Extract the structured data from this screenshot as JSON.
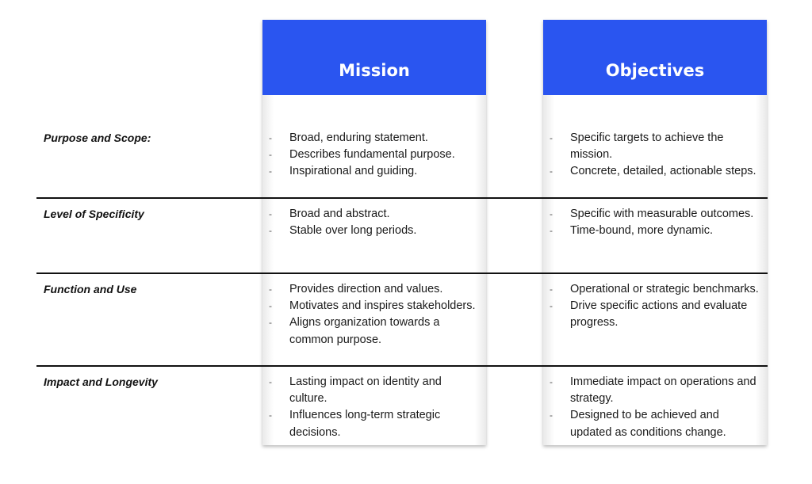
{
  "columns": {
    "mission": "Mission",
    "objectives": "Objectives"
  },
  "rows": [
    {
      "label": "Purpose and Scope:",
      "mission": [
        "Broad, enduring statement.",
        "Describes fundamental purpose.",
        "Inspirational and guiding."
      ],
      "objectives": [
        "Specific targets to achieve the mission.",
        "Concrete, detailed, actionable steps."
      ]
    },
    {
      "label": "Level of Specificity",
      "mission": [
        "Broad and abstract.",
        "Stable over long periods."
      ],
      "objectives": [
        "Specific with measurable outcomes.",
        "Time-bound, more dynamic."
      ]
    },
    {
      "label": "Function and Use",
      "mission": [
        "Provides direction and values.",
        "Motivates and inspires stakeholders.",
        "Aligns organization towards a common purpose."
      ],
      "objectives": [
        "Operational or strategic benchmarks.",
        "Drive specific actions and evaluate progress."
      ]
    },
    {
      "label": "Impact and Longevity",
      "mission": [
        "Lasting impact on identity and culture.",
        "Influences long-term strategic decisions."
      ],
      "objectives": [
        "Immediate impact on operations and strategy.",
        "Designed to be achieved and updated as conditions change."
      ]
    }
  ],
  "colors": {
    "header_blue": "#2a55f0",
    "rule": "#111111"
  }
}
